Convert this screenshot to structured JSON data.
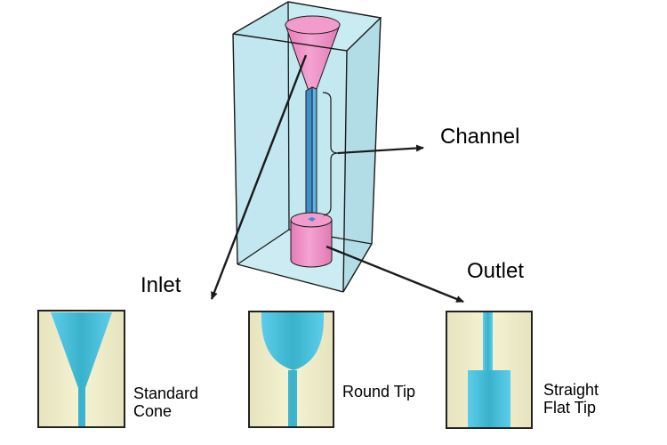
{
  "title": "Microfluidic channel tip geometries",
  "labels": {
    "channel": "Channel",
    "outlet": "Outlet",
    "inlet": "Inlet"
  },
  "variants": [
    {
      "name": "standard-cone",
      "label_line1": "Standard",
      "label_line2": "Cone"
    },
    {
      "name": "round-tip",
      "label_line1": "Round Tip",
      "label_line2": ""
    },
    {
      "name": "straight-flat-tip",
      "label_line1": "Straight",
      "label_line2": "Flat Tip"
    }
  ],
  "colors": {
    "block_fill": "#bfe6ef",
    "block_stroke": "#1a1a1a",
    "cone_fill": "#ef8fc6",
    "channel_fill": "#4aa6dc",
    "fluid_fill": "#4fc4e4",
    "substrate_fill": "#efeccb",
    "arrow": "#1a1a1a"
  }
}
